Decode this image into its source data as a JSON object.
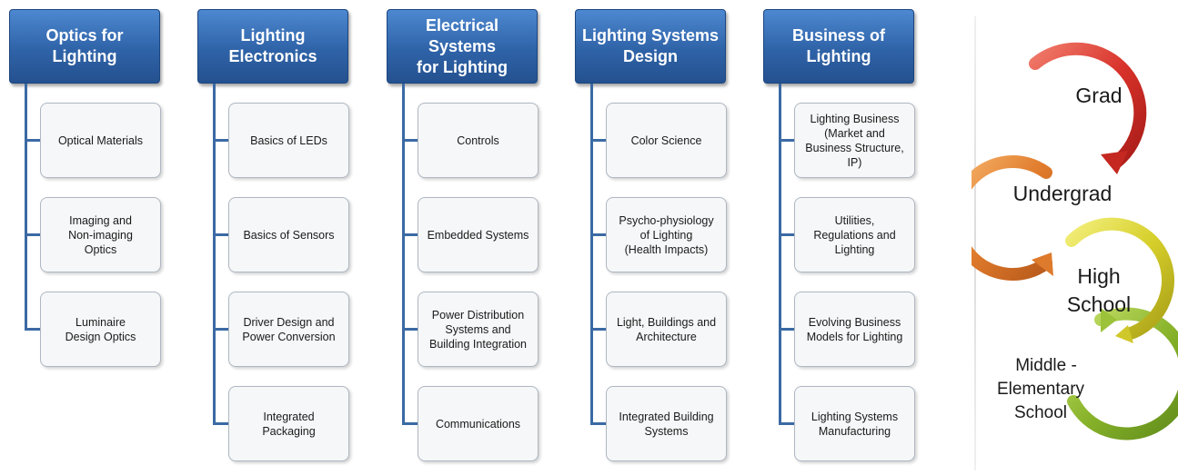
{
  "columns": [
    {
      "title": "Optics for\nLighting",
      "items": [
        "Optical Materials",
        "Imaging and\nNon-imaging\nOptics",
        "Luminaire\nDesign Optics"
      ]
    },
    {
      "title": "Lighting\nElectronics",
      "items": [
        "Basics of LEDs",
        "Basics of Sensors",
        "Driver Design and\nPower Conversion",
        "Integrated\nPackaging"
      ]
    },
    {
      "title": "Electrical Systems\nfor Lighting",
      "items": [
        "Controls",
        "Embedded  Systems",
        "Power Distribution\nSystems and\nBuilding Integration",
        "Communications"
      ]
    },
    {
      "title": "Lighting Systems\nDesign",
      "items": [
        "Color Science",
        "Psycho-physiology\nof Lighting\n(Health Impacts)",
        "Light, Buildings and\nArchitecture",
        "Integrated Building\nSystems"
      ]
    },
    {
      "title": "Business of\nLighting",
      "items": [
        "Lighting Business\n(Market and\nBusiness Structure,\nIP)",
        "Utilities,\nRegulations and\nLighting",
        "Evolving Business\nModels for Lighting",
        "Lighting Systems\nManufacturing"
      ]
    }
  ],
  "education_cycle": {
    "grad": "Grad",
    "undergrad": "Undergrad",
    "high_school": [
      "High",
      "School"
    ],
    "middle_elementary": [
      "Middle -",
      "Elementary",
      "School"
    ]
  },
  "colors": {
    "header_blue": "#2f63a8",
    "connector": "#3b6aa4",
    "ring_red": "#cf2a24",
    "ring_orange": "#e07b2c",
    "ring_yellow": "#d6cf2a",
    "ring_green": "#88b32a"
  }
}
